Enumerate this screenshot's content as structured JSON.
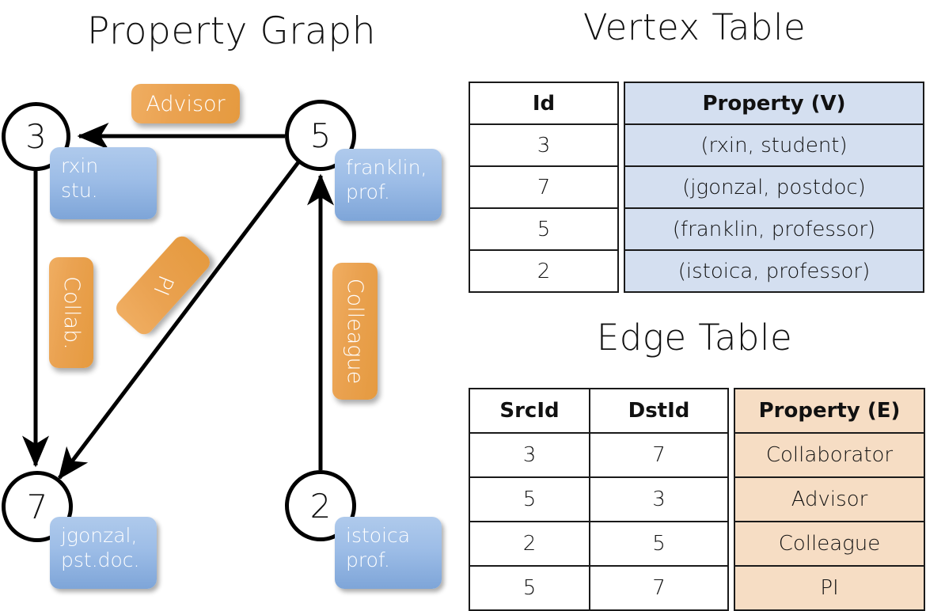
{
  "panels": {
    "graph_title": "Property Graph",
    "vertex_title": "Vertex Table",
    "edge_title": "Edge Table"
  },
  "colors": {
    "vertex_property_fill": "#d4dff0",
    "edge_property_fill": "#f6ddc4",
    "node_box_fill": "#9dbde7",
    "edge_label_fill": "#eaa251",
    "stroke": "#111111"
  },
  "graph": {
    "nodes": [
      {
        "id": "3",
        "prop_line1": "rxin",
        "prop_line2": "stu."
      },
      {
        "id": "5",
        "prop_line1": "franklin,",
        "prop_line2": "prof."
      },
      {
        "id": "7",
        "prop_line1": "jgonzal,",
        "prop_line2": "pst.doc."
      },
      {
        "id": "2",
        "prop_line1": "istoica",
        "prop_line2": "prof."
      }
    ],
    "edge_labels": [
      {
        "text": "Advisor",
        "src": "5",
        "dst": "3"
      },
      {
        "text": "Collab.",
        "src": "3",
        "dst": "7"
      },
      {
        "text": "PI",
        "src": "5",
        "dst": "7"
      },
      {
        "text": "Colleague",
        "src": "2",
        "dst": "5"
      }
    ]
  },
  "vertex_table": {
    "headers": [
      "Id",
      "Property (V)"
    ],
    "rows": [
      {
        "id": "3",
        "property": "(rxin, student)"
      },
      {
        "id": "7",
        "property": "(jgonzal, postdoc)"
      },
      {
        "id": "5",
        "property": "(franklin, professor)"
      },
      {
        "id": "2",
        "property": "(istoica, professor)"
      }
    ]
  },
  "edge_table": {
    "headers": [
      "SrcId",
      "DstId",
      "Property (E)"
    ],
    "rows": [
      {
        "src": "3",
        "dst": "7",
        "property": "Collaborator"
      },
      {
        "src": "5",
        "dst": "3",
        "property": "Advisor"
      },
      {
        "src": "2",
        "dst": "5",
        "property": "Colleague"
      },
      {
        "src": "5",
        "dst": "7",
        "property": "PI"
      }
    ]
  }
}
